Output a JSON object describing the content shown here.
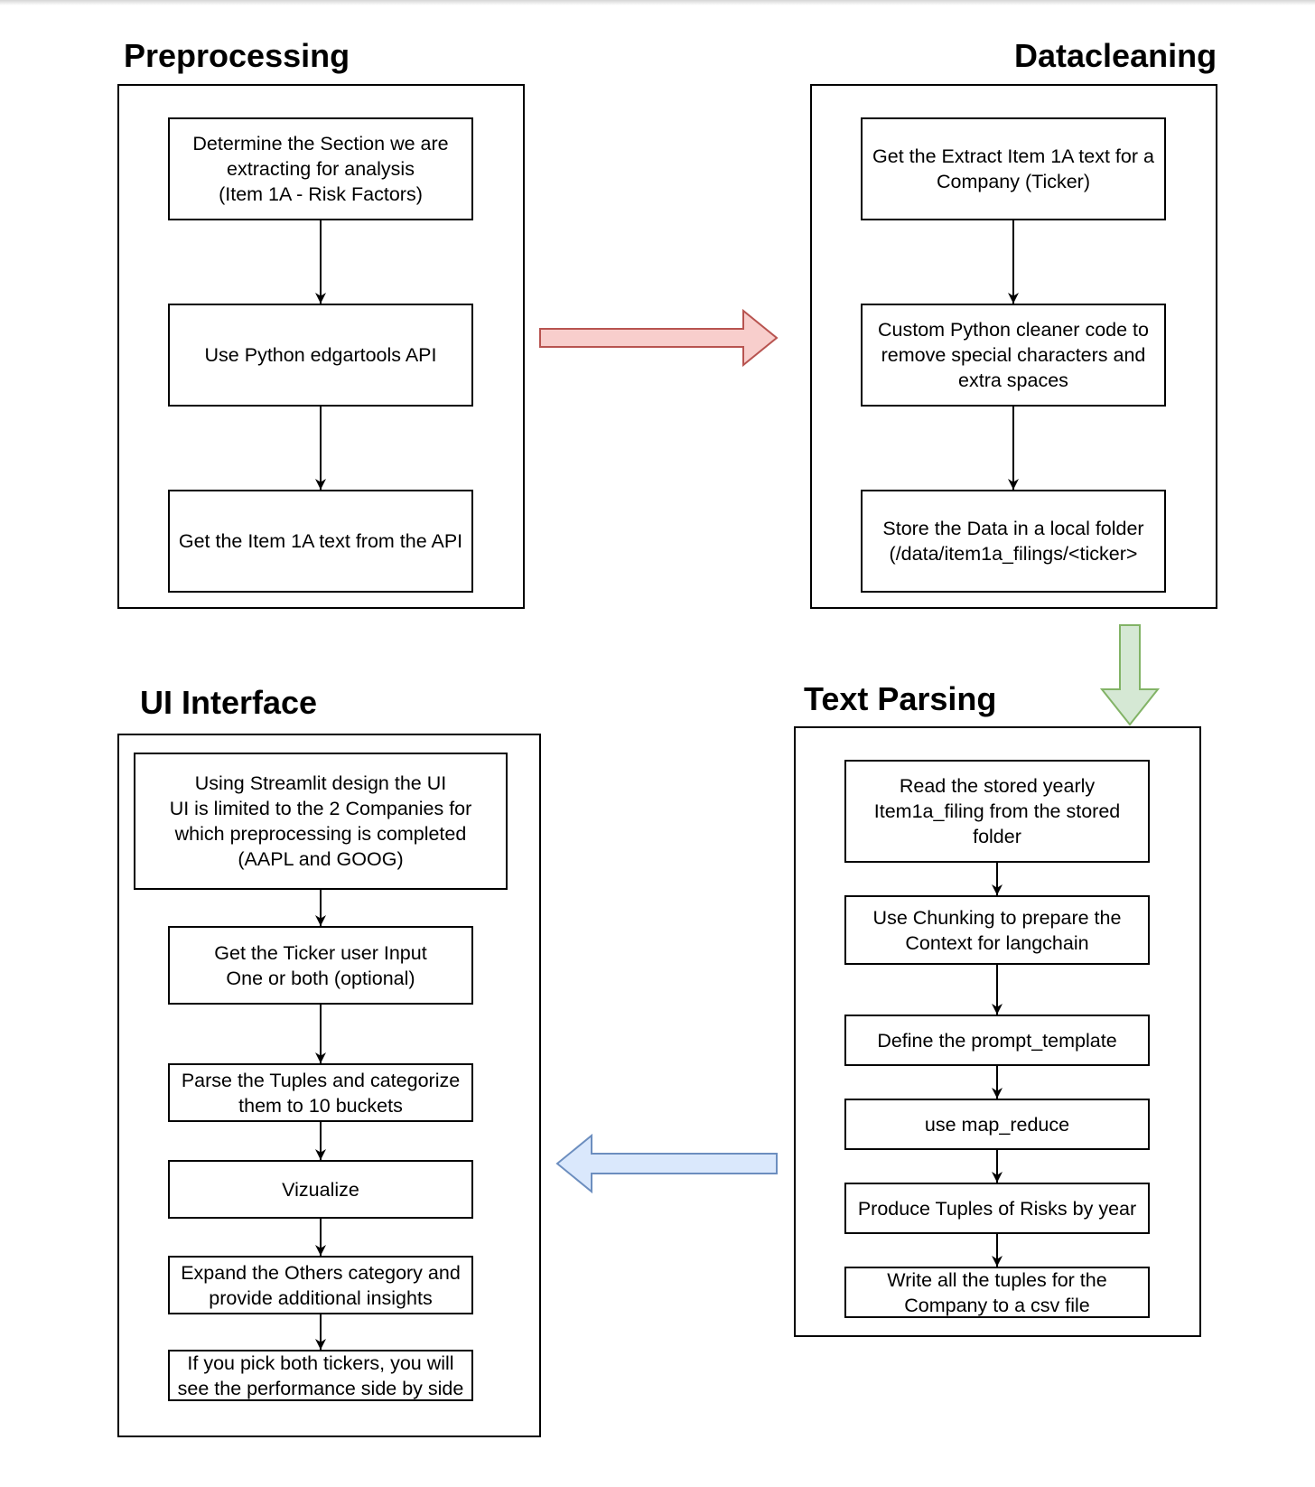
{
  "sections": {
    "preprocessing": {
      "title": "Preprocessing",
      "steps": [
        "Determine the Section we are\nextracting for analysis\n(Item 1A - Risk Factors)",
        "Use Python edgartools API",
        "Get the Item 1A text from the API"
      ]
    },
    "datacleaning": {
      "title": "Datacleaning",
      "steps": [
        "Get  the Extract Item 1A text for a\nCompany (Ticker)",
        "Custom Python cleaner code to\nremove special characters and\nextra spaces",
        "Store the Data in a local folder\n(/data/item1a_filings/<ticker>"
      ]
    },
    "text_parsing": {
      "title": "Text Parsing",
      "steps": [
        "Read the stored yearly\nItem1a_filing from the stored\nfolder",
        "Use Chunking to prepare the\nContext for langchain",
        "Define the prompt_template",
        "use map_reduce",
        "Produce Tuples of Risks by year",
        "Write all the tuples for the\nCompany to a csv file"
      ]
    },
    "ui_interface": {
      "title": "UI Interface",
      "steps": [
        "Using Streamlit design the UI\nUI is limited to the 2 Companies for\nwhich preprocessing is completed\n(AAPL and GOOG)",
        "Get the Ticker user Input\nOne or both (optional)",
        "Parse the Tuples and categorize\nthem to 10 buckets",
        "Vizualize",
        "Expand the Others category and\nprovide additional insights",
        "If you pick both tickers, you will\nsee the performance side by side"
      ]
    }
  },
  "colors": {
    "arrow_red_fill": "#f8cecc",
    "arrow_red_stroke": "#b85450",
    "arrow_green_fill": "#d5e8d4",
    "arrow_green_stroke": "#82b366",
    "arrow_blue_fill": "#dae8fc",
    "arrow_blue_stroke": "#6c8ebf"
  }
}
